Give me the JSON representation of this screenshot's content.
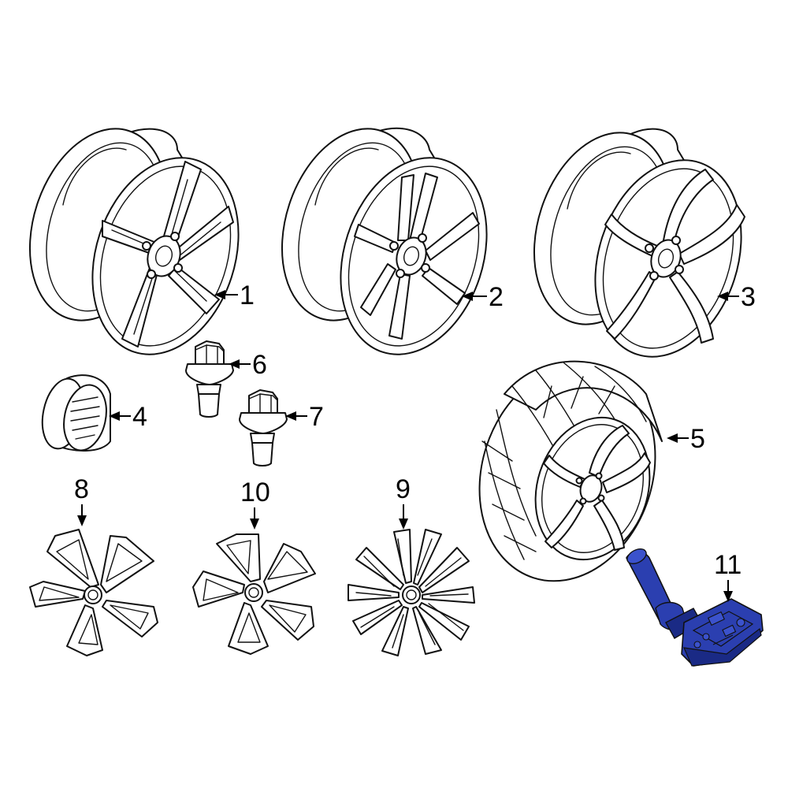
{
  "diagram": {
    "callouts": [
      {
        "id": "1",
        "label": "1"
      },
      {
        "id": "2",
        "label": "2"
      },
      {
        "id": "3",
        "label": "3"
      },
      {
        "id": "4",
        "label": "4"
      },
      {
        "id": "5",
        "label": "5"
      },
      {
        "id": "6",
        "label": "6"
      },
      {
        "id": "7",
        "label": "7"
      },
      {
        "id": "8",
        "label": "8"
      },
      {
        "id": "9",
        "label": "9"
      },
      {
        "id": "10",
        "label": "10"
      },
      {
        "id": "11",
        "label": "11"
      }
    ],
    "highlight_color": "#2b3fb0",
    "highlight_shadow": "#1a2a85",
    "line_color": "#111111"
  }
}
